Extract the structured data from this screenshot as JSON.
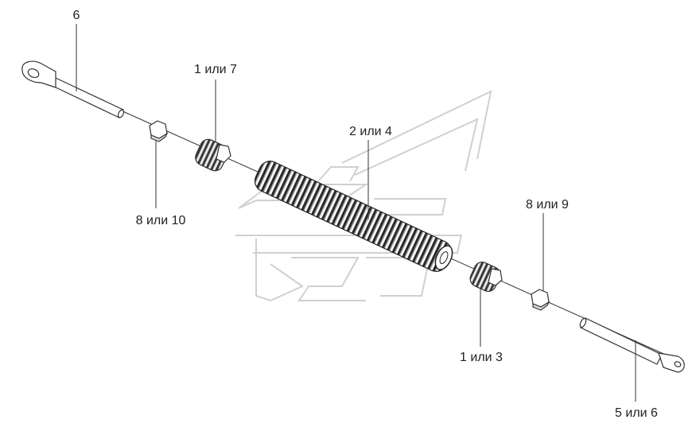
{
  "diagram": {
    "labels": {
      "rod_left": "6",
      "bushing_left": "1 или 7",
      "spring": "2 или 4",
      "nut_left": "8 или 10",
      "nut_right": "8 или 9",
      "bushing_right": "1 или 3",
      "rod_right": "5 или 6"
    },
    "colors": {
      "line": "#333333",
      "watermark": "#d0d0d0",
      "spring_dark": "#2a2a2a",
      "spring_light": "#bdbdbd"
    }
  }
}
